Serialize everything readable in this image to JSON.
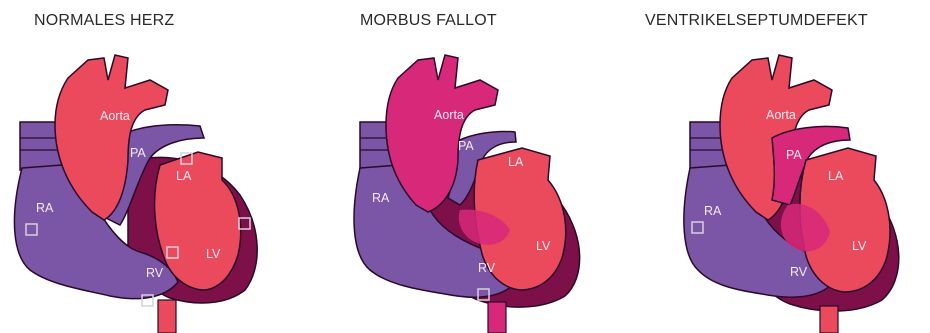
{
  "panels": [
    {
      "title": "NORMALES HERZ",
      "labels": {
        "aorta": "Aorta",
        "pa": "PA",
        "la": "LA",
        "ra": "RA",
        "lv": "LV",
        "rv": "RV"
      }
    },
    {
      "title": "MORBUS FALLOT",
      "labels": {
        "aorta": "Aorta",
        "pa": "PA",
        "la": "LA",
        "ra": "RA",
        "lv": "LV",
        "rv": "RV"
      }
    },
    {
      "title": "VENTRIKELSEPTUMDEFEKT",
      "labels": {
        "aorta": "Aorta",
        "pa": "PA",
        "la": "LA",
        "ra": "RA",
        "lv": "LV",
        "rv": "RV"
      }
    }
  ],
  "colors": {
    "right_heart": "#7b55a6",
    "left_heart": "#ea4a5c",
    "myocardium": "#7d1048",
    "outline": "#2a0a2a",
    "mixed": "#d8287a",
    "marker": "#d9d0dc"
  }
}
